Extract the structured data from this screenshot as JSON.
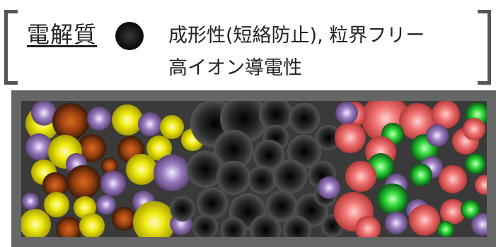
{
  "header": {
    "title": "電解質",
    "line1": "成形性(短絡防止), 粒界フリー",
    "line2": "高イオン導電性"
  },
  "colors": {
    "frame": "#555555",
    "slot": "#3a3a3a",
    "yellow": "#f0ea10",
    "purple": "#8a6aa8",
    "brown": "#a34a10",
    "black": "#1c1c1c",
    "red": "#e86a6a",
    "green": "#2ecf3a"
  }
}
